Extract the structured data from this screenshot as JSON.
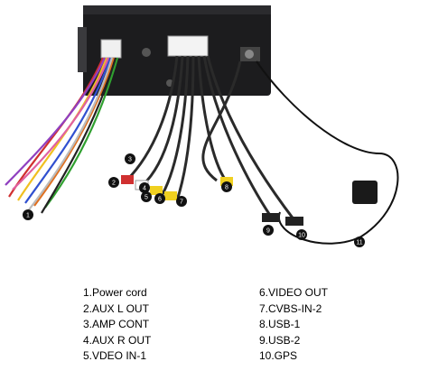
{
  "callouts": [
    "1",
    "2",
    "3",
    "4",
    "5",
    "6",
    "7",
    "8",
    "9",
    "10",
    "11"
  ],
  "legend_left": [
    "1.Power cord",
    "2.AUX L OUT",
    "3.AMP CONT",
    "4.AUX R OUT",
    "5.VDEO IN-1"
  ],
  "legend_right": [
    "6.VIDEO OUT",
    "7.CVBS-IN-2",
    "8.USB-1",
    "9.USB-2",
    "10.GPS"
  ]
}
